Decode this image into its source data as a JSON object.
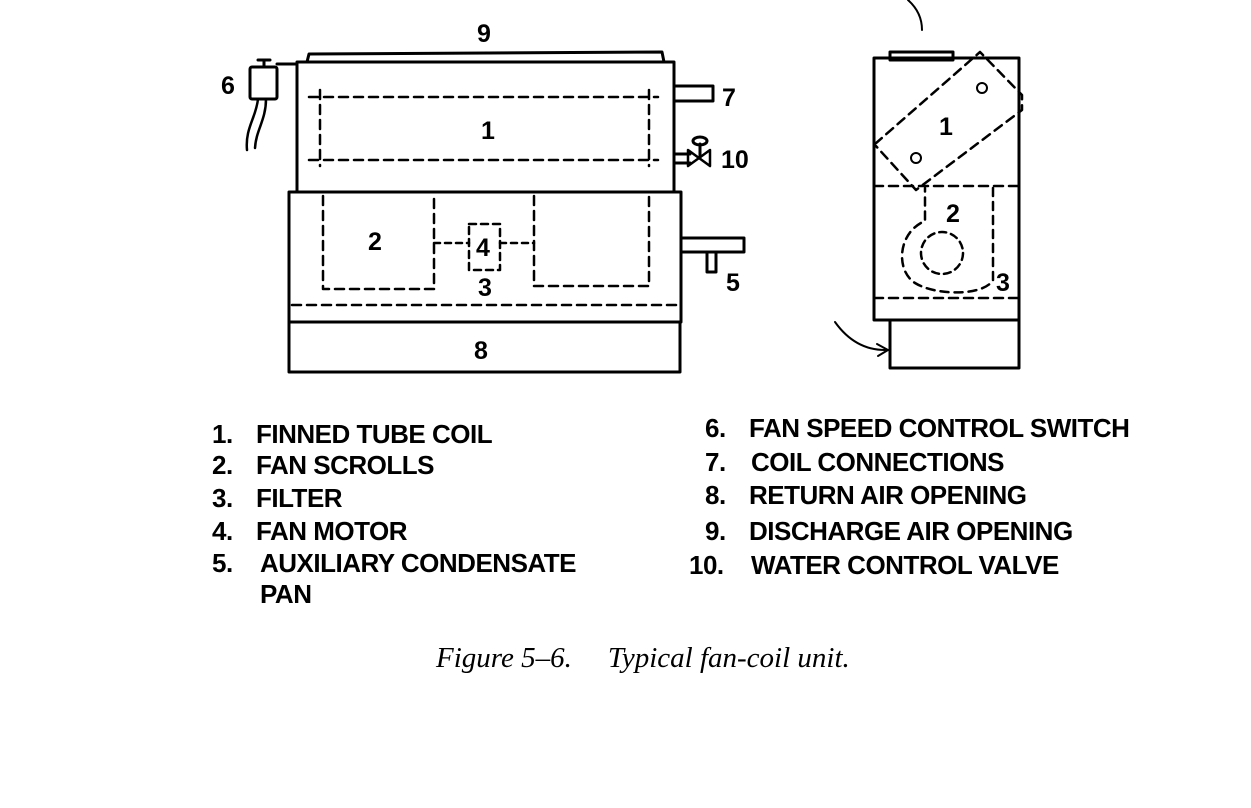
{
  "callouts": {
    "c1a": "1",
    "c1b": "1",
    "c2a": "2",
    "c2b": "2",
    "c3a": "3",
    "c3b": "3",
    "c4": "4",
    "c5": "5",
    "c6": "6",
    "c7": "7",
    "c8": "8",
    "c9": "9",
    "c10": "10"
  },
  "legend": [
    {
      "num": "1.",
      "text": "FINNED TUBE COIL"
    },
    {
      "num": "2.",
      "text": "FAN SCROLLS"
    },
    {
      "num": "3.",
      "text": "FILTER"
    },
    {
      "num": "4.",
      "text": "FAN MOTOR"
    },
    {
      "num": "5.",
      "text": "AUXILIARY CONDENSATE",
      "text2": "PAN"
    },
    {
      "num": "6.",
      "text": "FAN SPEED CONTROL SWITCH"
    },
    {
      "num": "7.",
      "text": "COIL CONNECTIONS"
    },
    {
      "num": "8.",
      "text": "RETURN AIR OPENING"
    },
    {
      "num": "9.",
      "text": "DISCHARGE AIR OPENING"
    },
    {
      "num": "10.",
      "text": "WATER CONTROL VALVE"
    }
  ],
  "caption": {
    "label": "Figure 5–6.",
    "title": "Typical fan-coil unit."
  }
}
